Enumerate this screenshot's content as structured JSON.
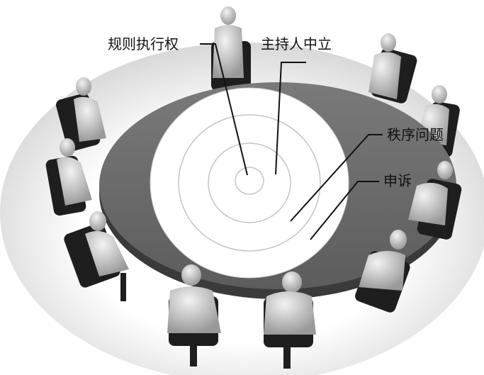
{
  "labels": {
    "rules": "规则执行权",
    "neutral": "主持人中立",
    "order": "秩序问题",
    "appeal": "申诉"
  },
  "colors": {
    "table_top": "#6d6d6d",
    "table_edge": "#3a3a3a",
    "rings": "#ffffff",
    "figure": "#d9d9d9",
    "chair": "#1e1e1e",
    "leader_line": "#111111"
  }
}
